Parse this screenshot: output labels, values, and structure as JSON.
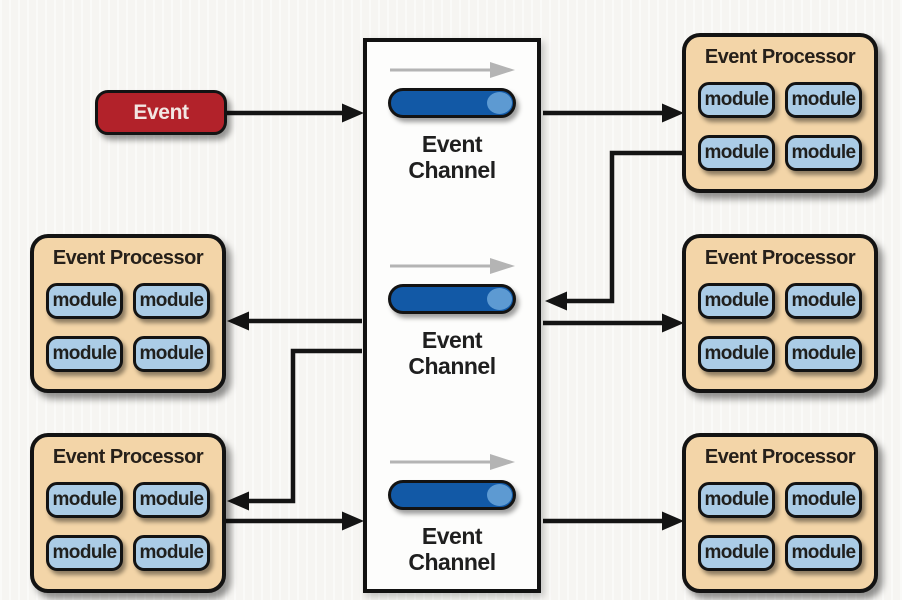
{
  "event": {
    "label": "Event"
  },
  "channels": [
    {
      "label": "Event Channel"
    },
    {
      "label": "Event Channel"
    },
    {
      "label": "Event Channel"
    }
  ],
  "processors": [
    {
      "position": "top-right",
      "title": "Event Processor",
      "modules": [
        "module",
        "module",
        "module",
        "module"
      ]
    },
    {
      "position": "middle-left",
      "title": "Event Processor",
      "modules": [
        "module",
        "module",
        "module",
        "module"
      ]
    },
    {
      "position": "middle-right",
      "title": "Event Processor",
      "modules": [
        "module",
        "module",
        "module",
        "module"
      ]
    },
    {
      "position": "bottom-left",
      "title": "Event Processor",
      "modules": [
        "module",
        "module",
        "module",
        "module"
      ]
    },
    {
      "position": "bottom-right",
      "title": "Event Processor",
      "modules": [
        "module",
        "module",
        "module",
        "module"
      ]
    }
  ],
  "connections": [
    {
      "from": "event",
      "to": "event-channel-1"
    },
    {
      "from": "event-channel-1",
      "to": "event-processor-top-right"
    },
    {
      "from": "event-processor-top-right",
      "to": "event-channel-2"
    },
    {
      "from": "event-channel-2",
      "to": "event-processor-middle-left"
    },
    {
      "from": "event-channel-2",
      "to": "event-processor-middle-right"
    },
    {
      "from": "event-channel-2",
      "to": "event-processor-bottom-left"
    },
    {
      "from": "event-processor-bottom-left",
      "to": "event-channel-3"
    },
    {
      "from": "event-channel-3",
      "to": "event-processor-bottom-right"
    }
  ],
  "colors": {
    "event_fill": "#b2222a",
    "processor_fill": "#f3d5a8",
    "module_fill": "#abcce6",
    "channel_fill": "#1259a6",
    "channel_highlight": "#5d9ad2",
    "flow_arrow": "#b4b4b4",
    "connector": "#141414",
    "background": "#f6f5f2"
  }
}
